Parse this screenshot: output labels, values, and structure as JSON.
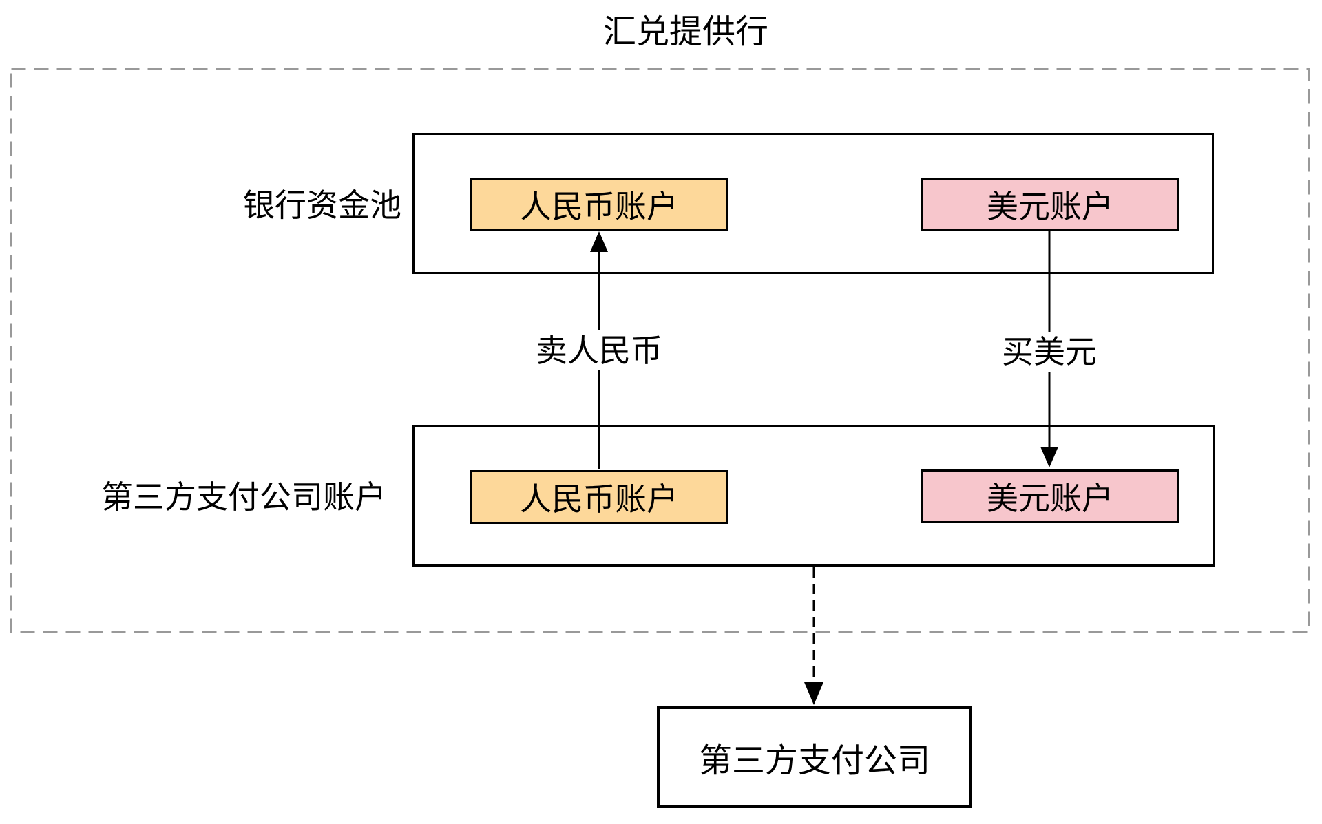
{
  "title": "汇兑提供行",
  "colors": {
    "rmb_fill": "#FDD89A",
    "usd_fill": "#F7C6CC",
    "outer_dash": "#999999",
    "line": "#000000"
  },
  "bank_pool": {
    "label": "银行资金池",
    "rmb_account": "人民币账户",
    "usd_account": "美元账户"
  },
  "third_party_accounts": {
    "label": "第三方支付公司账户",
    "rmb_account": "人民币账户",
    "usd_account": "美元账户"
  },
  "flows": {
    "sell_rmb": "卖人民币",
    "buy_usd": "买美元"
  },
  "third_party_company": {
    "label": "第三方支付公司"
  }
}
